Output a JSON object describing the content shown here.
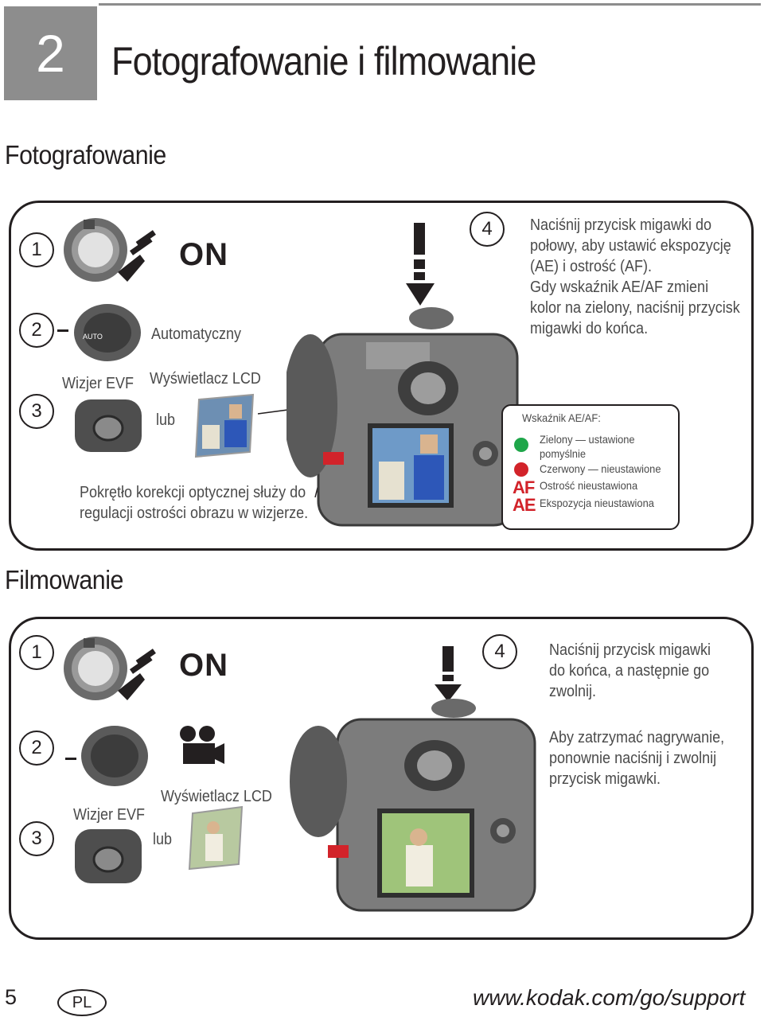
{
  "header": {
    "chapter_number": "2",
    "chapter_title": "Fotografowanie i filmowanie"
  },
  "section1": {
    "title": "Fotografowanie",
    "steps": [
      "1",
      "2",
      "3",
      "4"
    ],
    "on_label": "ON",
    "mode_label": "Automatyczny",
    "evf_label": "Wizjer EVF",
    "lcd_label": "Wyświetlacz LCD",
    "or_label": "lub",
    "diopter_line1": "Pokrętło korekcji optycznej służy do",
    "diopter_line2": "regulacji ostrości obrazu w wizjerze.",
    "step4_lines": [
      "Naciśnij przycisk migawki do",
      "połowy, aby ustawić ekspozycję",
      "(AE) i ostrość (AF).",
      "Gdy wskaźnik AE/AF zmieni",
      "kolor na zielony, naciśnij przycisk",
      "migawki do końca."
    ],
    "indicator": {
      "title": "Wskaźnik AE/AF:",
      "green_line1": "Zielony — ustawione",
      "green_line2": "pomyślnie",
      "red_line": "Czerwony — nieustawione",
      "af_symbol": "AF",
      "af_text": "Ostrość nieustawiona",
      "ae_symbol": "AE",
      "ae_text": "Ekspozycja nieustawiona",
      "green_color": "#1fa64a",
      "red_color": "#d2232a"
    }
  },
  "section2": {
    "title": "Filmowanie",
    "steps": [
      "1",
      "2",
      "3",
      "4"
    ],
    "on_label": "ON",
    "evf_label": "Wizjer EVF",
    "lcd_label": "Wyświetlacz LCD",
    "or_label": "lub",
    "step4_lines": [
      "Naciśnij przycisk migawki",
      "do końca, a następnie go",
      "zwolnij."
    ],
    "stop_lines": [
      "Aby zatrzymać nagrywanie,",
      "ponownie naciśnij i zwolnij",
      "przycisk migawki."
    ]
  },
  "footer": {
    "page_number": "5",
    "language": "PL",
    "url": "www.kodak.com/go/support"
  }
}
